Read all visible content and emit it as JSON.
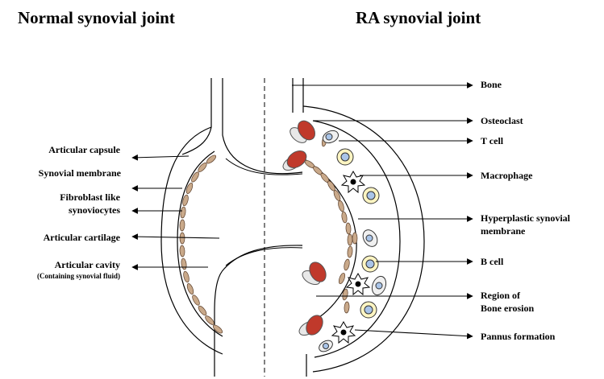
{
  "titles": {
    "normal": "Normal synovial joint",
    "ra": "RA synovial joint"
  },
  "labels_left": {
    "capsule": "Articular capsule",
    "membrane": "Synovial membrane",
    "fibroblast_1": "Fibroblast like",
    "fibroblast_2": "synoviocytes",
    "cartilage": "Articular cartilage",
    "cavity": "Articular cavity",
    "cavity_note": "(Containing synovial fluid)"
  },
  "labels_right": {
    "bone": "Bone",
    "osteoclast": "Osteoclast",
    "tcell": "T cell",
    "macrophage": "Macrophage",
    "hyperplastic_1": "Hyperplastic synovial",
    "hyperplastic_2": "membrane",
    "bcell": "B cell",
    "erosion_1": "Region of",
    "erosion_2": "Bone erosion",
    "pannus": "Pannus formation"
  },
  "colors": {
    "osteoclast": "#c0392b",
    "synoviocyte": "#c9a98a",
    "tcell": "#fdf5c2",
    "cell_nucleus": "#a9c4e8"
  }
}
